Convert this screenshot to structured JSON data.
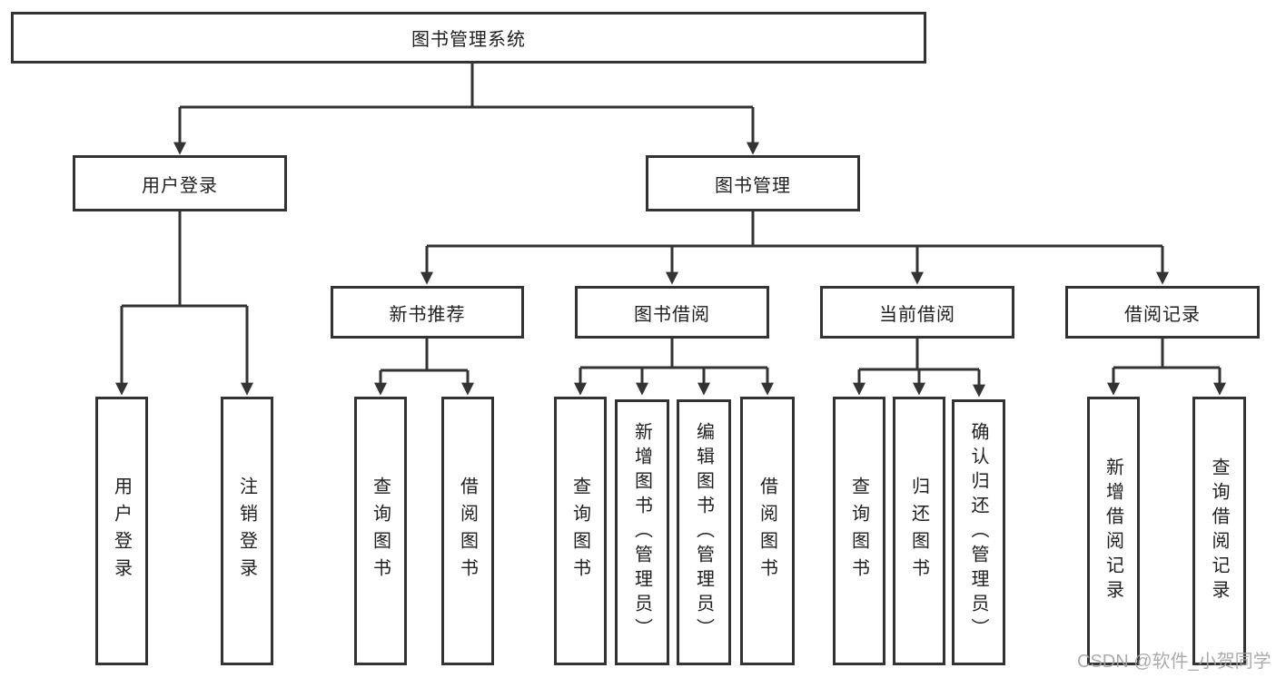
{
  "diagram": {
    "root": {
      "label": "图书管理系统"
    },
    "level2": [
      {
        "label": "用户登录"
      },
      {
        "label": "图书管理"
      }
    ],
    "level3": [
      {
        "label": "新书推荐",
        "parent": "图书管理"
      },
      {
        "label": "图书借阅",
        "parent": "图书管理"
      },
      {
        "label": "当前借阅",
        "parent": "图书管理"
      },
      {
        "label": "借阅记录",
        "parent": "图书管理"
      }
    ],
    "leaves": [
      {
        "label": "用户登录",
        "parent": "用户登录"
      },
      {
        "label": "注销登录",
        "parent": "用户登录"
      },
      {
        "label": "查询图书",
        "parent": "新书推荐"
      },
      {
        "label": "借阅图书",
        "parent": "新书推荐"
      },
      {
        "label": "查询图书",
        "parent": "图书借阅"
      },
      {
        "label": "新增图书（管理员）",
        "parent": "图书借阅"
      },
      {
        "label": "编辑图书（管理员）",
        "parent": "图书借阅"
      },
      {
        "label": "借阅图书",
        "parent": "图书借阅"
      },
      {
        "label": "查询图书",
        "parent": "当前借阅"
      },
      {
        "label": "归还图书",
        "parent": "当前借阅"
      },
      {
        "label": "确认归还（管理员）",
        "parent": "当前借阅"
      },
      {
        "label": "新增借阅记录",
        "parent": "借阅记录"
      },
      {
        "label": "查询借阅记录",
        "parent": "借阅记录"
      }
    ],
    "colors": {
      "line": "#333333",
      "text": "#1f1f1f",
      "background": "#ffffff",
      "watermark": "#a3a3a3"
    },
    "watermark": {
      "text": "CSDN @软件_小贺同学"
    }
  }
}
